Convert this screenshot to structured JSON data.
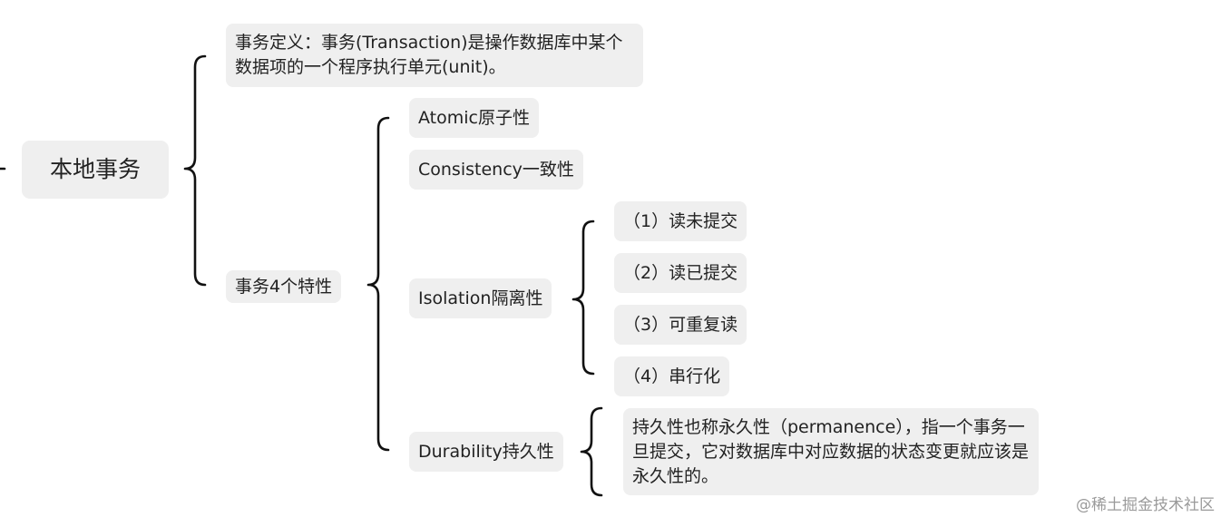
{
  "root": "本地事务",
  "children": {
    "definition": "事务定义：事务(Transaction)是操作数据库中某个数据项的一个程序执行单元(unit)。",
    "properties": {
      "label": "事务4个特性",
      "atomic": "Atomic原子性",
      "consistency": "Consistency一致性",
      "isolation": {
        "label": "Isolation隔离性",
        "levels": [
          "（1）读未提交",
          "（2）读已提交",
          "（3）可重复读",
          "（4）串行化"
        ]
      },
      "durability": {
        "label": "Durability持久性",
        "detail": "持久性也称永久性（permanence），指一个事务一旦提交，它对数据库中对应数据的状态变更就应该是永久性的。"
      }
    }
  },
  "watermark": "@稀土掘金技术社区"
}
